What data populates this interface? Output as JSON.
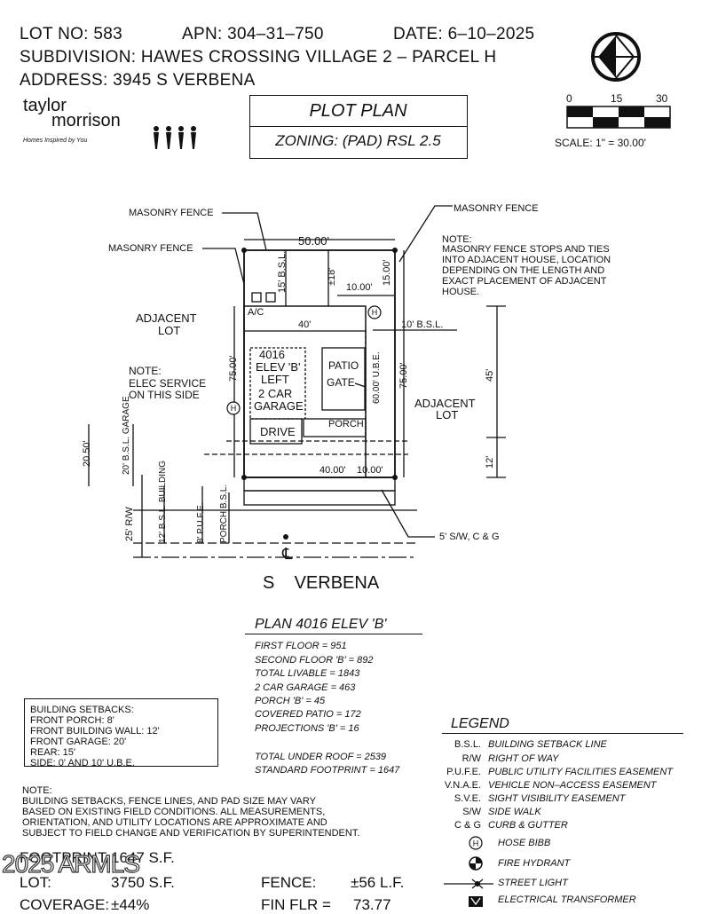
{
  "header": {
    "lot_no": "LOT NO: 583",
    "apn": "APN: 304–31–750",
    "date": "DATE: 6–10–2025",
    "subdivision": "SUBDIVISION: HAWES CROSSING VILLAGE 2 – PARCEL H",
    "address": "ADDRESS: 3945 S VERBENA"
  },
  "brand": {
    "name_line1": "taylor",
    "name_line2": "morrison",
    "tagline": "Homes Inspired by You"
  },
  "title_block": {
    "title": "PLOT PLAN",
    "zoning": "ZONING: (PAD) RSL 2.5"
  },
  "scale": {
    "tick_0": "0",
    "tick_15": "15",
    "tick_30": "30",
    "label": "SCALE: 1\" = 30.00'"
  },
  "plan_labels": {
    "masonry_fence_1": "MASONRY FENCE",
    "masonry_fence_2": "MASONRY FENCE",
    "masonry_fence_3": "MASONRY FENCE",
    "dim_50": "50.00'",
    "bsl_15": "15' B.S.L.",
    "pm18": "±18'",
    "dim_15": "15.00'",
    "dim_10_top": "10.00'",
    "ac": "A/C",
    "dim_40": "40'",
    "bsl_10": "10' B.S.L.",
    "adjacent_lot_left_1": "ADJACENT",
    "adjacent_lot_left_2": "LOT",
    "house_1": "4016",
    "house_2": "ELEV 'B'",
    "house_3": "LEFT",
    "house_4": "2 CAR",
    "house_5": "GARAGE",
    "patio": "PATIO",
    "gate": "GATE",
    "ube": "60.00' U.B.E.",
    "dim_75_left": "75.00'",
    "dim_75_right": "75.00'",
    "dim_45": "45'",
    "note_elec_1": "NOTE:",
    "note_elec_2": "ELEC SERVICE",
    "note_elec_3": "ON THIS SIDE",
    "adjacent_lot_right_1": "ADJACENT",
    "adjacent_lot_right_2": "LOT",
    "drive": "DRIVE",
    "porch": "PORCH",
    "dim_2050": "20.50'",
    "bsl_20_garage": "20' B.S.L. GARAGE",
    "dim_12": "12'",
    "dim_40_bottom": "40.00'",
    "dim_10_bottom": "10.00'",
    "rw_25": "25' R/W",
    "bsl_12_building": "12' B.S.L. BUILDING",
    "pufe_8": "8' P.U.F.E.",
    "porch_bsl": "PORCH B.S.L.",
    "sw_cg": "5' S/W, C & G",
    "street": "S    VERBENA",
    "centerline": "℄",
    "hose_h": "H"
  },
  "fence_note": {
    "l1": "NOTE:",
    "l2": "MASONRY FENCE STOPS AND TIES",
    "l3": "INTO ADJACENT HOUSE, LOCATION",
    "l4": "DEPENDING ON THE LENGTH AND",
    "l5": "EXACT PLACEMENT OF ADJACENT",
    "l6": "HOUSE."
  },
  "plan_table": {
    "title": "PLAN 4016 ELEV 'B'",
    "rows": [
      "FIRST FLOOR = 951",
      "SECOND FLOOR 'B' = 892",
      "TOTAL LIVABLE = 1843",
      "2 CAR GARAGE = 463",
      "PORCH 'B' = 45",
      "COVERED PATIO = 172",
      "PROJECTIONS 'B' = 16"
    ],
    "under_roof": "TOTAL UNDER ROOF = 2539",
    "std_footprint": "STANDARD FOOTPRINT = 1647"
  },
  "setbacks": {
    "title": "BUILDING SETBACKS:",
    "rows": [
      "FRONT PORCH: 8'",
      "FRONT BUILDING WALL: 12'",
      "FRONT GARAGE: 20'",
      "REAR: 15'",
      "SIDE: 0' AND 10' U.B.E."
    ]
  },
  "legend": {
    "title": "LEGEND",
    "rows": [
      {
        "abbr": "B.S.L.",
        "desc": "BUILDING SETBACK LINE"
      },
      {
        "abbr": "R/W",
        "desc": "RIGHT OF WAY"
      },
      {
        "abbr": "P.U.F.E.",
        "desc": "PUBLIC UTILITY FACILITIES EASEMENT"
      },
      {
        "abbr": "V.N.A.E.",
        "desc": "VEHICLE NON–ACCESS EASEMENT"
      },
      {
        "abbr": "S.V.E.",
        "desc": "SIGHT VISIBILITY EASEMENT"
      },
      {
        "abbr": "S/W",
        "desc": "SIDE WALK"
      },
      {
        "abbr": "C & G",
        "desc": "CURB & GUTTER"
      }
    ],
    "symbols": [
      {
        "icon": "hose-bibb-icon",
        "desc": "HOSE BIBB"
      },
      {
        "icon": "fire-hydrant-icon",
        "desc": "FIRE HYDRANT"
      },
      {
        "icon": "street-light-icon",
        "desc": "STREET LIGHT"
      },
      {
        "icon": "electrical-transformer-icon",
        "desc": "ELECTRICAL TRANSFORMER"
      }
    ]
  },
  "bottom_note": {
    "l1": "NOTE:",
    "l2": "BUILDING SETBACKS, FENCE LINES, AND PAD SIZE MAY VARY",
    "l3": "BASED ON EXISTING FIELD CONDITIONS.  ALL MEASUREMENTS,",
    "l4": "ORIENTATION, AND UTILITY LOCATIONS ARE APPROXIMATE AND",
    "l5": "SUBJECT TO FIELD CHANGE AND VERIFICATION BY SUPERINTENDENT."
  },
  "summary": {
    "footprint_label": "FOOTPRINT:",
    "footprint_value": "1647 S.F.",
    "lot_label": "LOT:",
    "lot_value": "3750 S.F.",
    "coverage_label": "COVERAGE:",
    "coverage_value": "±44%",
    "fence_label": "FENCE:",
    "fence_value": "±56 L.F.",
    "fin_flr_label": "FIN FLR =",
    "fin_flr_value": "73.77"
  },
  "watermark": "2025 ARMLS"
}
